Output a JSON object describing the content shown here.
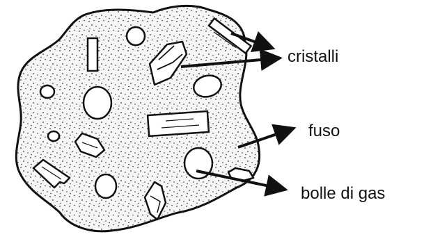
{
  "labels": {
    "crystals": "cristalli",
    "melt": "fuso",
    "gas_bubbles": "bolle di gas"
  },
  "colors": {
    "ink": "#111111",
    "background": "#ffffff",
    "magma_fill": "#f4f4f4",
    "stipple": "#333333"
  }
}
